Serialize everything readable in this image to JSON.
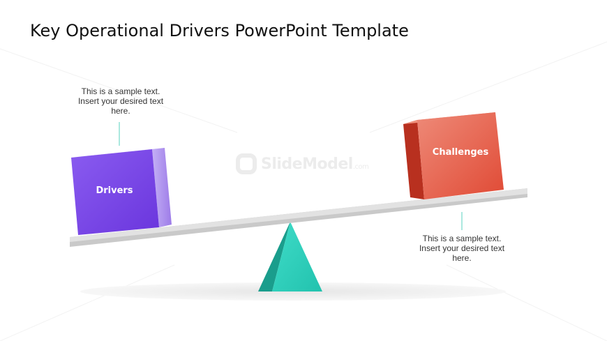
{
  "slide": {
    "title": "Key Operational Drivers PowerPoint Template"
  },
  "left_block": {
    "label": "Drivers",
    "caption": [
      "This is a sample text.",
      "Insert your desired text",
      "here."
    ],
    "color": "#7c4ae6"
  },
  "right_block": {
    "label": "Challenges",
    "caption": [
      "This is a sample text.",
      "Insert your desired text",
      "here."
    ],
    "color": "#e8604a"
  },
  "fulcrum": {
    "color": "#2bc9b4"
  },
  "watermark": {
    "text": "SlideModel",
    "suffix": ".com"
  }
}
